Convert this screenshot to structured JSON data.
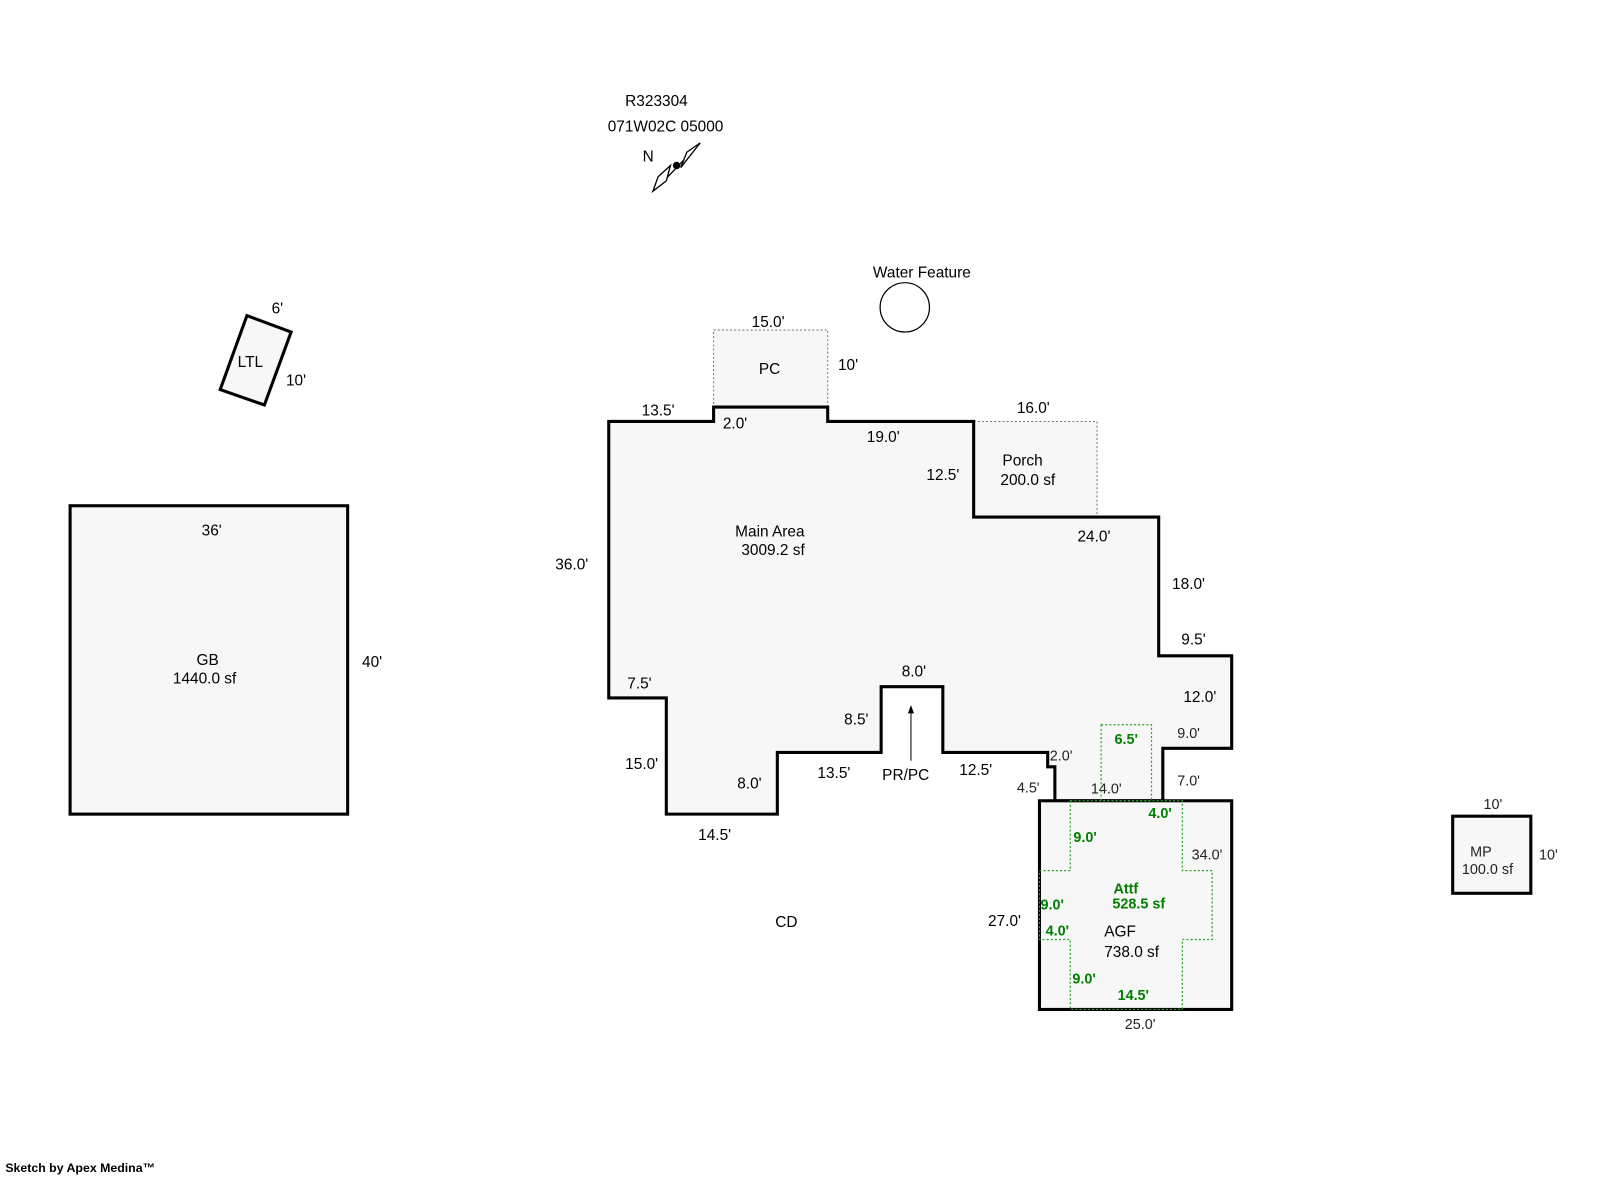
{
  "header": {
    "parcel_id": "R323304",
    "map_number": "071W02C 05000",
    "north_label": "N"
  },
  "water_feature": {
    "label": "Water Feature"
  },
  "ltl": {
    "label": "LTL",
    "dim_top": "6'",
    "dim_side": "10'"
  },
  "gb": {
    "label": "GB",
    "area": "1440.0 sf",
    "dim_top": "36'",
    "dim_side": "40'"
  },
  "pc": {
    "label": "PC",
    "dim_top": "15.0'",
    "dim_side": "10'"
  },
  "porch": {
    "label": "Porch",
    "area": "200.0 sf",
    "dim_top": "16.0'"
  },
  "main": {
    "label": "Main Area",
    "area": "3009.2 sf",
    "dims": [
      "13.5'",
      "2.0'",
      "19.0'",
      "12.5'",
      "24.0'",
      "18.0'",
      "9.5'",
      "12.0'",
      "9.0'",
      "7.0'",
      "36.0'",
      "7.5'",
      "15.0'",
      "14.5'",
      "8.0'",
      "13.5'",
      "8.5'",
      "8.0'",
      "12.5'",
      "2.0'",
      "4.5'",
      "14.0'"
    ]
  },
  "prpc": {
    "label": "PR/PC"
  },
  "cd": {
    "label": "CD"
  },
  "agf": {
    "label": "AGF",
    "area": "738.0 sf",
    "dims": [
      "34.0'",
      "27.0'",
      "25.0'"
    ]
  },
  "attf": {
    "label": "Attf",
    "area": "528.5 sf",
    "dims": [
      "6.5'",
      "4.0'",
      "9.0'",
      "9.0'",
      "4.0'",
      "9.0'",
      "14.5'"
    ]
  },
  "mp": {
    "label": "MP",
    "area": "100.0 sf",
    "dim_top": "10'",
    "dim_side": "10'"
  },
  "footer": {
    "credit": "Sketch by Apex Medina™"
  },
  "colors": {
    "wall": "#000000",
    "fill": "#f7f7f7",
    "attf": "#008000"
  }
}
